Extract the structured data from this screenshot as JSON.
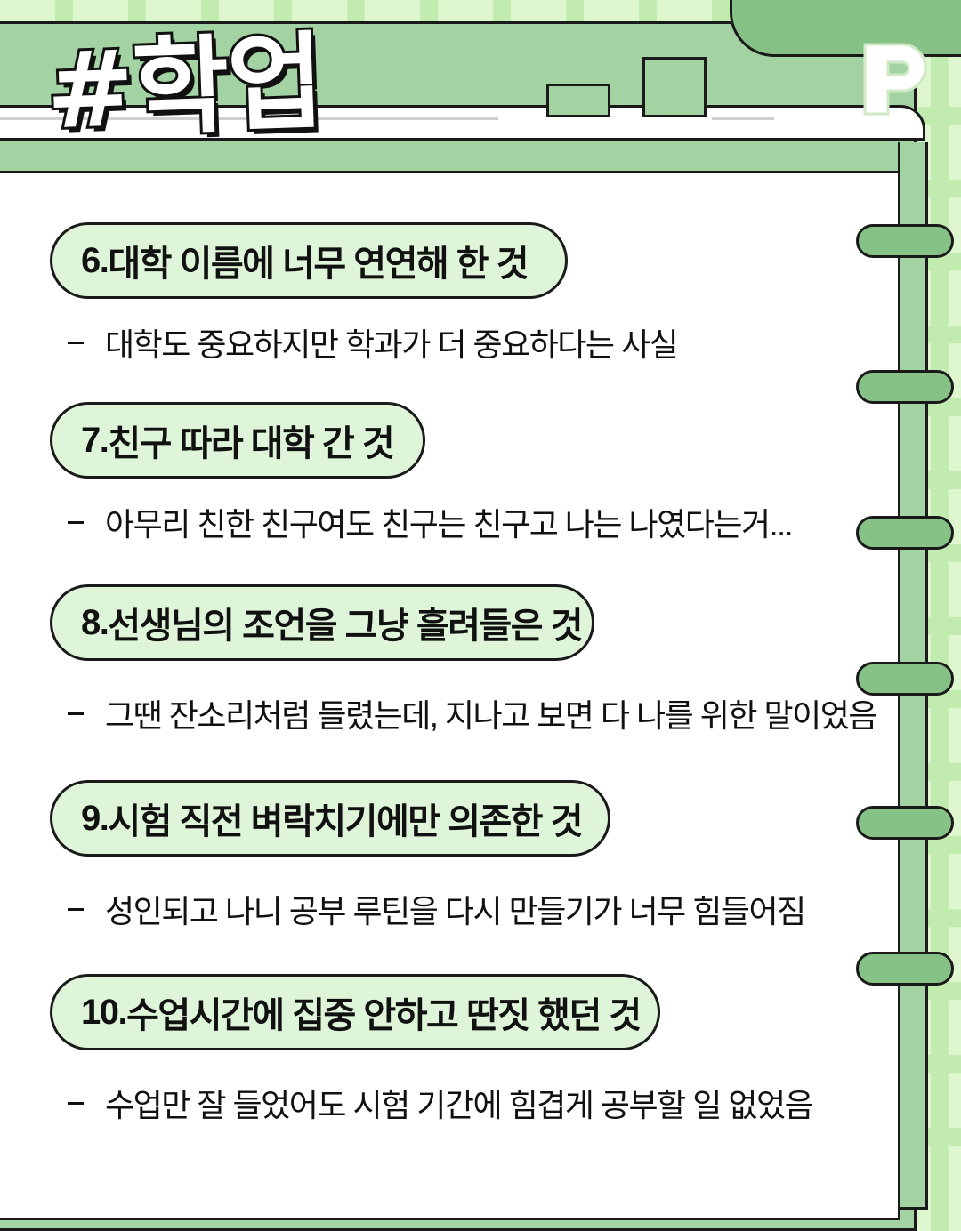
{
  "header": {
    "title": "#학업",
    "logo": "p-logo-icon"
  },
  "items": [
    {
      "number": "6.",
      "heading": "대학 이름에 너무 연연해 한 것",
      "desc": "대학도 중요하지만 학과가 더 중요하다는 사실"
    },
    {
      "number": "7.",
      "heading": "친구 따라 대학 간 것",
      "desc": "아무리 친한 친구여도 친구는 친구고 나는 나였다는거..."
    },
    {
      "number": "8.",
      "heading": "선생님의 조언을 그냥 흘려들은 것",
      "desc": "그땐 잔소리처럼 들렸는데, 지나고 보면 다 나를 위한 말이었음"
    },
    {
      "number": "9.",
      "heading": "시험 직전 벼락치기에만 의존한 것",
      "desc": "성인되고 나니 공부 루틴을 다시 만들기가 너무 힘들어짐"
    },
    {
      "number": "10.",
      "heading": "수업시간에 집중 안하고 딴짓 했던 것",
      "desc": "수업만 잘 들었어도 시험 기간에 힘겹게 공부할 일 없었음"
    }
  ],
  "colors": {
    "background_grid": "#dff7cf",
    "frame_green": "#a4d3a3",
    "accent_green": "#86c286",
    "pill_fill": "#dff5da",
    "outline": "#1a1a1a"
  }
}
